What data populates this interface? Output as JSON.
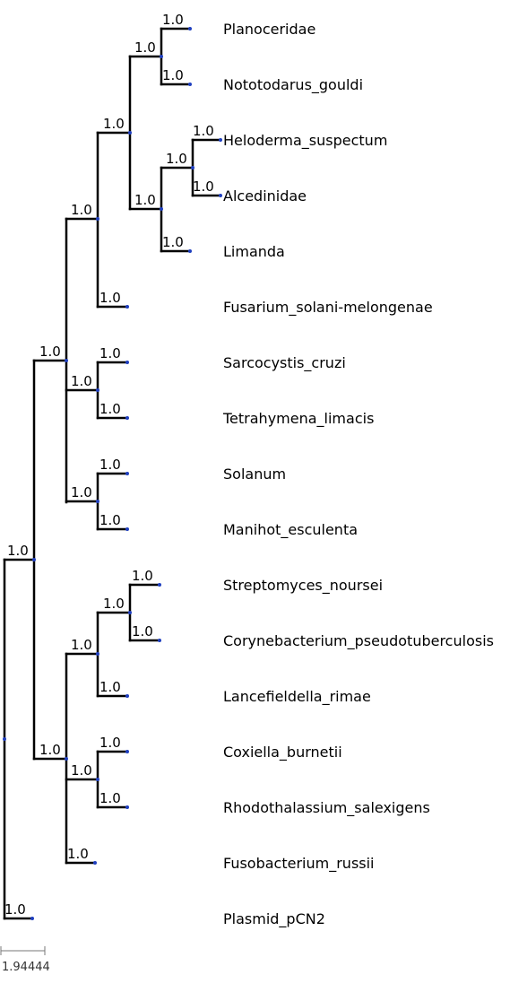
{
  "tree": {
    "leaves": [
      "Planoceridae",
      "Nototodarus_gouldi",
      "Heloderma_suspectum",
      "Alcedinidae",
      "Limanda",
      "Fusarium_solani-melongenae",
      "Sarcocystis_cruzi",
      "Tetrahymena_limacis",
      "Solanum",
      "Manihot_esculenta",
      "Streptomyces_noursei",
      "Corynebacterium_pseudotuberculosis",
      "Lancefieldella_rimae",
      "Coxiella_burnetii",
      "Rhodothalassium_salexigens",
      "Fusobacterium_russii",
      "Plasmid_pCN2"
    ],
    "support_value": "1.0",
    "scale_label": "1.94444",
    "colors": {
      "branch": "#000000",
      "node_dot": "#1f3fbf"
    }
  }
}
